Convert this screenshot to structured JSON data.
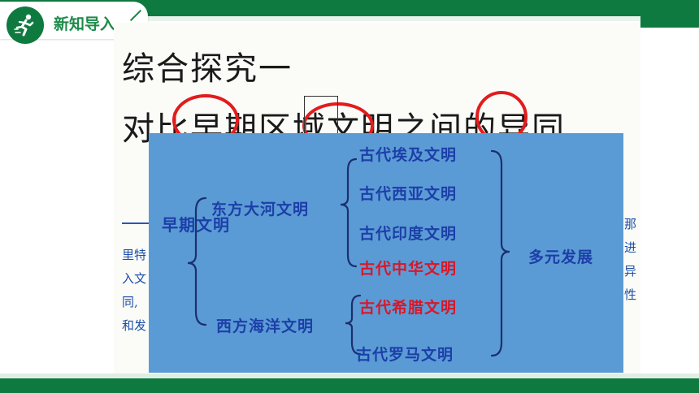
{
  "header": {
    "section_label": "新知导入"
  },
  "slide": {
    "heading_line1": "综合探究一",
    "heading_line2": "对比早期区域文明之间的异同",
    "left_fragments": [
      "里特",
      "入文",
      "同,",
      "和发"
    ],
    "right_fragments": [
      "那",
      "进",
      "异",
      "性"
    ]
  },
  "diagram": {
    "root": "早期文明",
    "east_branch": "东方大河文明",
    "west_branch": "西方海洋文明",
    "east_items": [
      {
        "label": "古代埃及文明",
        "color": "#1c3fa8"
      },
      {
        "label": "古代西亚文明",
        "color": "#1c3fa8"
      },
      {
        "label": "古代印度文明",
        "color": "#1c3fa8"
      },
      {
        "label": "古代中华文明",
        "color": "#d6182a"
      }
    ],
    "west_items": [
      {
        "label": "古代希腊文明",
        "color": "#d6182a"
      },
      {
        "label": "古代罗马文明",
        "color": "#1c3fa8"
      }
    ],
    "conclusion": "多元发展"
  },
  "colors": {
    "brand_green": "#0e7a3f",
    "panel_blue": "#5b9bd5",
    "text_blue": "#1c3fa8",
    "highlight_red": "#d6182a"
  },
  "icons": {
    "badge": "runner-icon"
  }
}
